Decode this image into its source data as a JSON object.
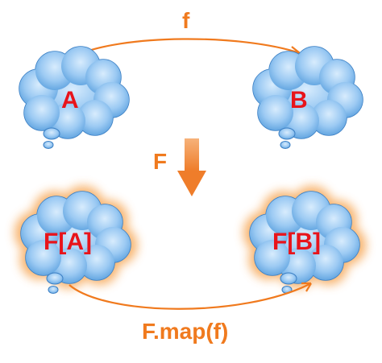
{
  "clouds": {
    "a": {
      "label": "A"
    },
    "b": {
      "label": "B"
    },
    "fa": {
      "label": "F[A]"
    },
    "fb": {
      "label": "F[B]"
    }
  },
  "arrows": {
    "top": {
      "label": "f"
    },
    "functor": {
      "label": "F"
    },
    "bottom": {
      "label": "F.map(f)"
    }
  },
  "colors": {
    "cloud_fill_light": "#cfe6fb",
    "cloud_fill_dark": "#5aa0de",
    "cloud_stroke": "#3b7fc4",
    "cloud_text": "#e8141b",
    "arrow": "#f07a1e",
    "glow": "#f6a756"
  }
}
